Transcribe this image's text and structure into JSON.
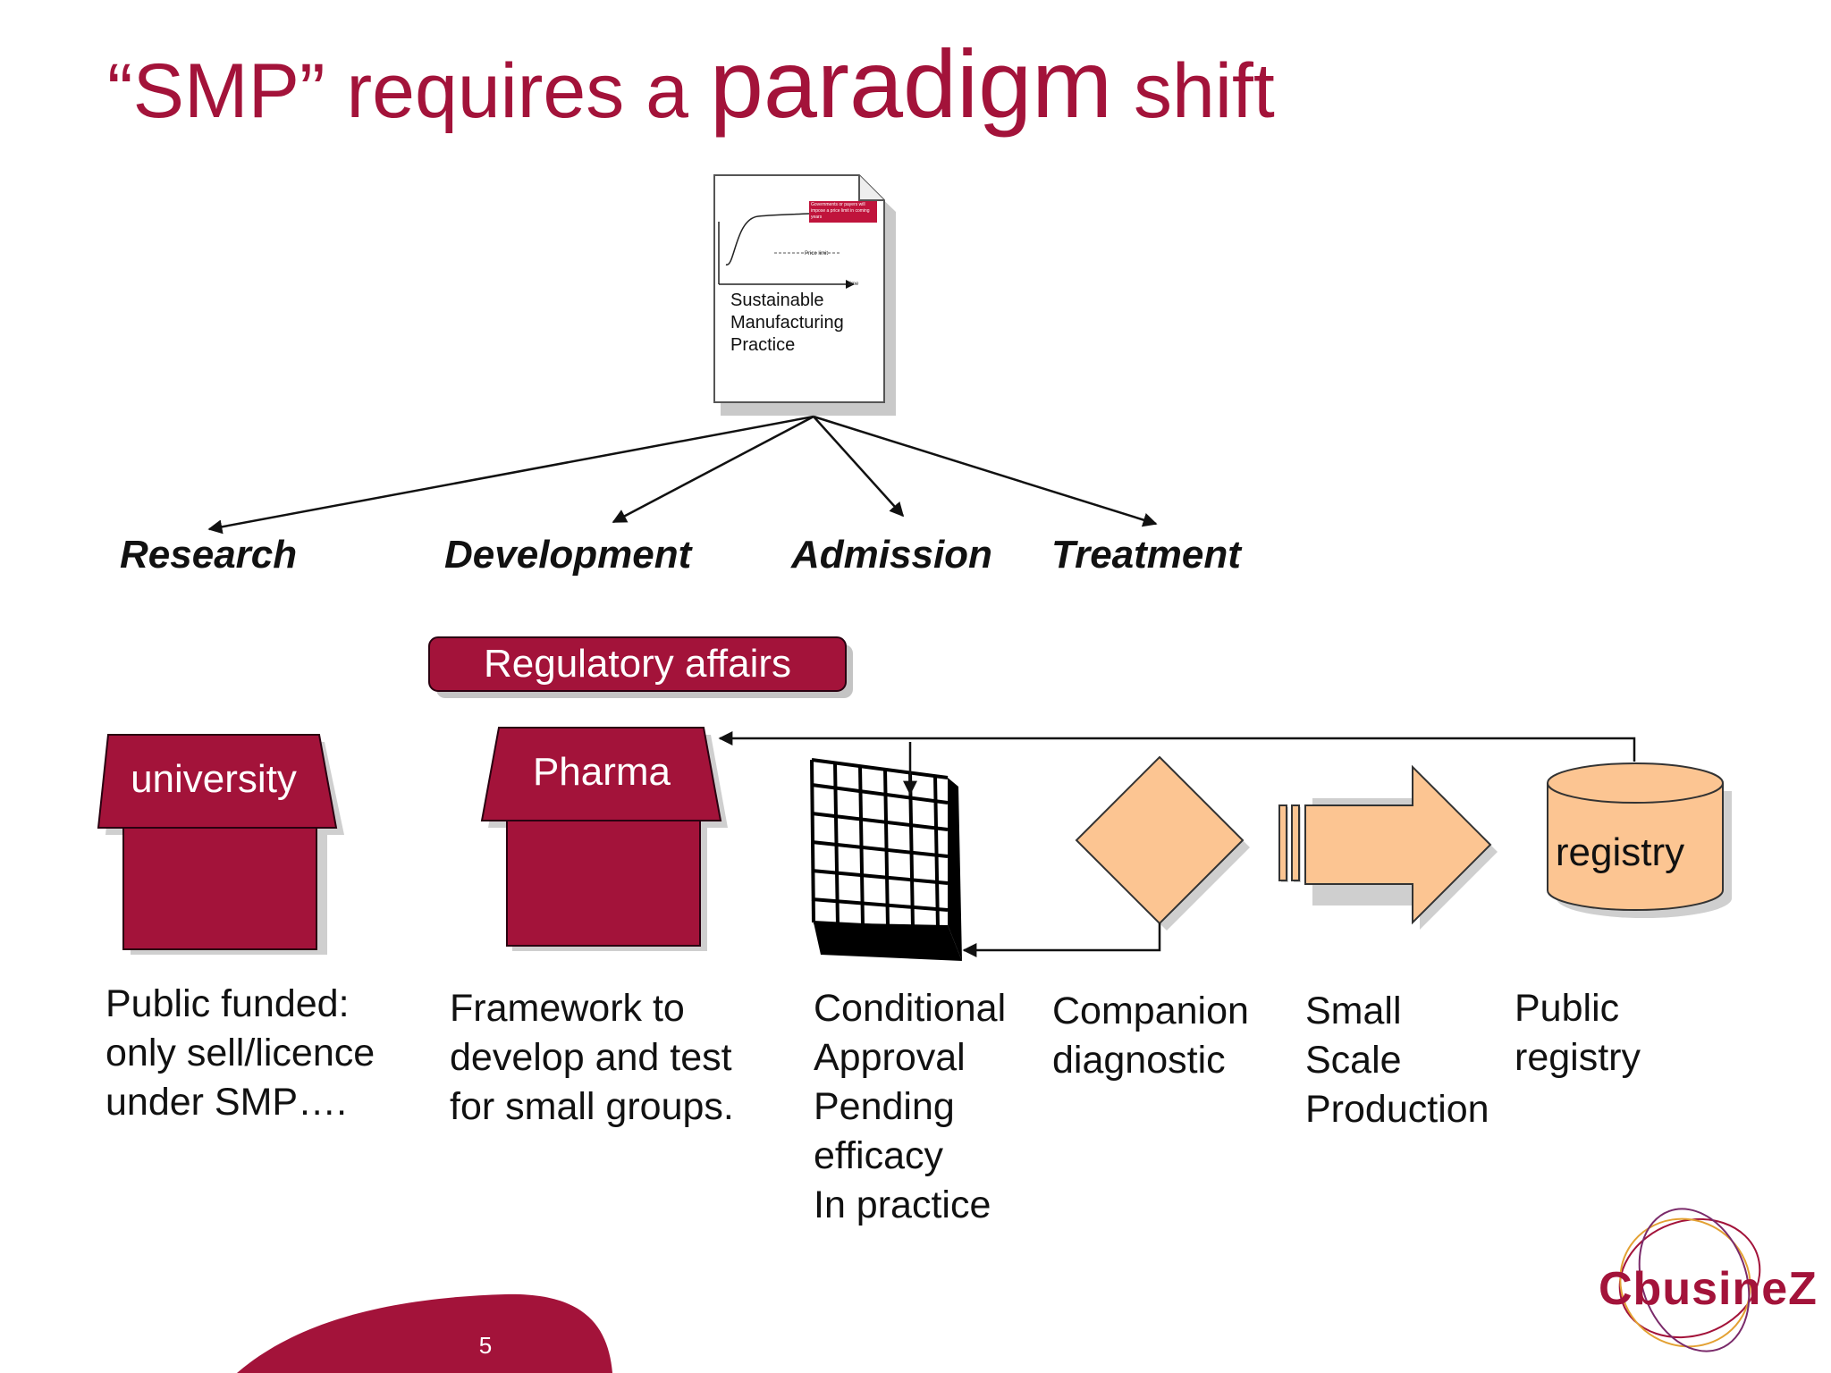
{
  "title": {
    "part1": "“SMP” requires a ",
    "part2": "paradigm",
    "part3": " shift"
  },
  "document": {
    "note": "Governments or payers will impose a price limit in coming years",
    "price_limit_label": "Price limit",
    "time_label": "time",
    "caption": "Sustainable\nManufacturing\nPractice"
  },
  "stages": [
    "Research",
    "Development",
    "Admission",
    "Treatment"
  ],
  "regulatory_label": "Regulatory affairs",
  "shapes": {
    "university": "university",
    "pharma": "Pharma",
    "registry": "registry"
  },
  "descriptions": {
    "university": "Public funded:\nonly sell/licence\nunder SMP….",
    "pharma": "Framework to\ndevelop and test\nfor small groups.",
    "conditional": "Conditional\nApproval\nPending\nefficacy\nIn practice",
    "companion": "Companion\ndiagnostic",
    "small_scale": "Small\nScale\nProduction",
    "public_registry": "Public\nregistry"
  },
  "page_number": "5",
  "logo": "CbusineZ",
  "colors": {
    "accent": "#a3133a",
    "peach": "#fcc592"
  }
}
